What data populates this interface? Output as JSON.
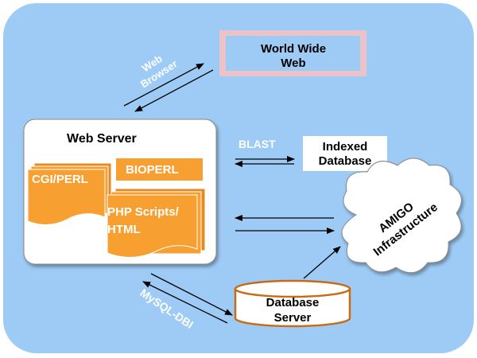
{
  "colors": {
    "background_panel": "#9ecbf5",
    "orange_doc": "#f7a031",
    "world_wide_web_border": "#ebc3c8",
    "arrow": "#000000"
  },
  "nodes": {
    "world_wide_web": {
      "line1": "World Wide",
      "line2": "Web"
    },
    "web_server": {
      "title": "Web Server"
    },
    "cgi_perl": {
      "label": "CGI/PERL"
    },
    "bioperl": {
      "label": "BIOPERL"
    },
    "php_html": {
      "line1": "PHP Scripts/",
      "line2": "HTML"
    },
    "indexed_database": {
      "line1": "Indexed",
      "line2": "Database"
    },
    "amigo": {
      "line1": "AMIGO",
      "line2": "Infrastructure"
    },
    "database_server": {
      "line1": "Database",
      "line2": "Server"
    }
  },
  "edge_labels": {
    "web_browser": {
      "line1": "Web",
      "line2": "Browser"
    },
    "blast": "BLAST",
    "mysql_dbi": "MySQL-DBI"
  }
}
